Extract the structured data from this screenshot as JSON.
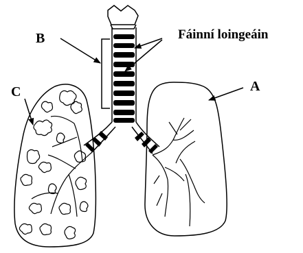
{
  "labels": {
    "a": "A",
    "b": "B",
    "c": "C",
    "rings": "Fáinní loingeáin"
  },
  "colors": {
    "ink": "#000000",
    "background": "#ffffff"
  }
}
